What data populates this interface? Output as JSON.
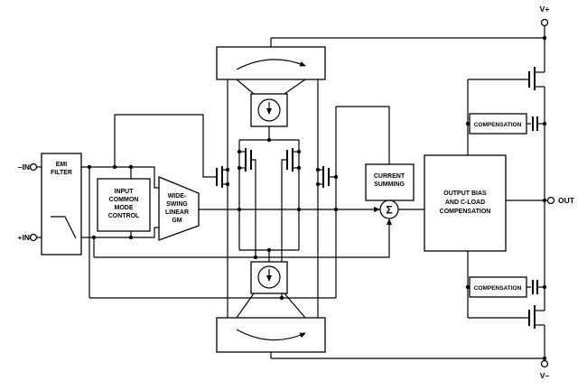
{
  "terminals": {
    "vplus": "V+",
    "vminus": "V–",
    "out": "OUT",
    "in_neg": "–IN",
    "in_pos": "+IN"
  },
  "blocks": {
    "emi": {
      "l1": "EMI",
      "l2": "FILTER"
    },
    "icmc": {
      "l1": "INPUT",
      "l2": "COMMON",
      "l3": "MODE",
      "l4": "CONTROL"
    },
    "gm": {
      "l1": "WIDE-",
      "l2": "SWING",
      "l3": "LINEAR",
      "l4": "GM"
    },
    "summing": {
      "l1": "CURRENT",
      "l2": "SUMMING",
      "sigma": "Σ"
    },
    "output_bias": {
      "l1": "OUTPUT BIAS",
      "l2": "AND C-LOAD",
      "l3": "COMPENSATION"
    },
    "comp_top": {
      "label": "COMPENSATION"
    },
    "comp_bottom": {
      "label": "COMPENSATION"
    }
  },
  "colors": {
    "line": "#000000",
    "background": "#ffffff"
  }
}
